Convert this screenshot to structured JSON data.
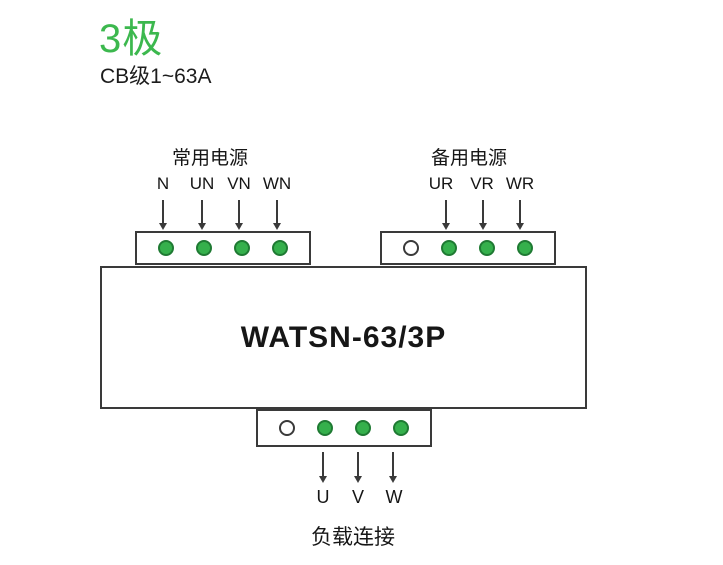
{
  "header": {
    "title": "3极",
    "subtitle": "CB级1~63A"
  },
  "device": {
    "model": "WATSN-63/3P"
  },
  "normal_power": {
    "label": "常用电源",
    "terminals": [
      "N",
      "UN",
      "VN",
      "WN"
    ]
  },
  "backup_power": {
    "label": "备用电源",
    "terminals": [
      "UR",
      "VR",
      "WR"
    ]
  },
  "load": {
    "label": "负载连接",
    "terminals": [
      "U",
      "V",
      "W"
    ]
  },
  "colors": {
    "title_green": "#3cb84e",
    "terminal_green_fill": "#35b04c",
    "terminal_green_ring": "#1f7a33",
    "line": "#3a3a3a"
  }
}
